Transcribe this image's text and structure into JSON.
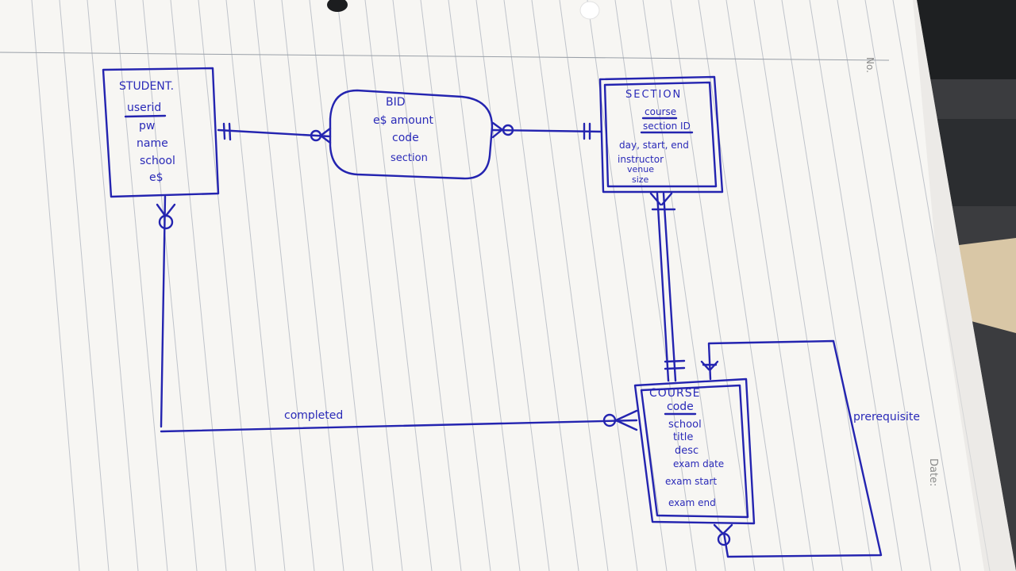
{
  "paper": {
    "no_label": "No.",
    "date_label": "Date:"
  },
  "entities": {
    "student": {
      "title": "STUDENT.",
      "attributes": [
        "userid",
        "pw",
        "name",
        "school",
        "e$"
      ],
      "key_attribute": "userid"
    },
    "bid": {
      "title": "BID",
      "attributes": [
        "e$ amount",
        "code",
        "section"
      ]
    },
    "section": {
      "title": "SECTION",
      "attributes": [
        "course",
        "section ID",
        "day, start, end",
        "instructor",
        "venue",
        "size"
      ],
      "key_attributes": [
        "course",
        "section ID"
      ]
    },
    "course": {
      "title": "COURSE",
      "attributes": [
        "code",
        "school",
        "title",
        "desc",
        "exam date",
        "exam start",
        "exam end"
      ],
      "key_attribute": "code"
    }
  },
  "relationships": {
    "completed": "completed",
    "prerequisite": "prerequisite"
  },
  "colors": {
    "ink": "#2424b0",
    "paper": "#f7f6f3",
    "rule_line": "#b9bdc4",
    "background": "#3a3b3d"
  }
}
